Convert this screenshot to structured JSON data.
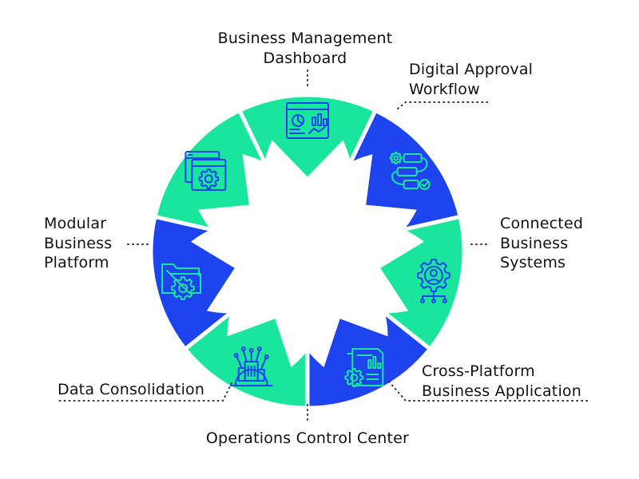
{
  "colors": {
    "green": "#1AE59C",
    "blue": "#1E44F0",
    "icon_on_green": "#1E44F0",
    "icon_on_blue": "#1AE59C",
    "dots": "#333333",
    "text": "#111111"
  },
  "segments": [
    {
      "id": "business-management-dashboard",
      "label": "Business Management\nDashboard",
      "color": "green",
      "icon": "dashboard-icon"
    },
    {
      "id": "digital-approval-workflow",
      "label": "Digital Approval\nWorkflow",
      "color": "blue",
      "icon": "workflow-icon"
    },
    {
      "id": "connected-business-systems",
      "label": "Connected\nBusiness\nSystems",
      "color": "green",
      "icon": "connected-user-gear-icon"
    },
    {
      "id": "cross-platform-business-application",
      "label": "Cross-Platform\nBusiness Application",
      "color": "blue",
      "icon": "document-gear-icon"
    },
    {
      "id": "operations-control-center",
      "label": "Operations Control Center",
      "color": "green",
      "icon": "building-gear-icon"
    },
    {
      "id": "data-consolidation",
      "label": "Data Consolidation",
      "color": "blue",
      "icon": "folder-gear-icon"
    },
    {
      "id": "modular-business-platform",
      "label": "Modular\nBusiness\nPlatform",
      "color": "green",
      "icon": "windows-gear-icon"
    }
  ]
}
